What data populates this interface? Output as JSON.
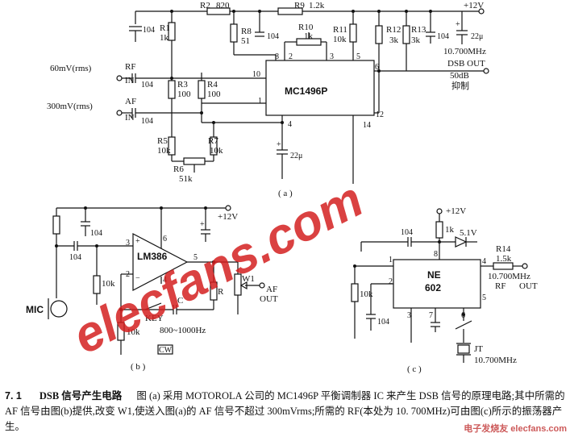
{
  "figure": {
    "a": {
      "vcc": "+12V",
      "chip": "MC1496P",
      "rf_in_level": "60mV(rms)",
      "rf_in_name": "RF",
      "rf_in_in": "IN",
      "af_in_level": "300mV(rms)",
      "af_in_name": "AF",
      "af_in_in": "IN",
      "cap_rf": "104",
      "cap_af": "104",
      "cap_left": "104",
      "cap_mid": "104",
      "cap_right": "104",
      "cap_vcc": "22μ",
      "cap_bottom": "22μ",
      "r1": "R1",
      "r1_val": "1k",
      "r2": "R2",
      "r2_val": "820",
      "r3": "R3",
      "r3_val": "100",
      "r4": "R4",
      "r4_val": "100",
      "r5": "R5",
      "r5_val": "10k",
      "r6": "R6",
      "r6_val": "51k",
      "r7": "R7",
      "r7_val": "10k",
      "r8": "R8",
      "r8_val": "51",
      "r9": "R9",
      "r9_val": "1.2k",
      "r10": "R10",
      "r10_val": "1k",
      "r11": "R11",
      "r11_val": "10k",
      "r12": "R12",
      "r12_val": "3k",
      "r13": "R13",
      "r13_val": "3k",
      "pins": [
        "8",
        "2",
        "3",
        "5",
        "10",
        "1",
        "4",
        "6",
        "12",
        "14"
      ],
      "out_freq": "10.700MHz",
      "out_label": "DSB OUT",
      "out_supp": "50dB",
      "out_supp2": "抑制",
      "label": "( a )"
    },
    "b": {
      "vcc": "+12V",
      "chip": "LM386",
      "cap1": "104",
      "cap2": "104",
      "r_left": "10k",
      "r_bottom": "10k",
      "c_label": "C",
      "r_label": "R",
      "pot": "W1",
      "out_af": "AF",
      "out_out": "OUT",
      "key": "KEY",
      "freq": "800~1000Hz",
      "mic": "MIC",
      "pins": [
        "3",
        "2",
        "6",
        "4",
        "5"
      ],
      "cw": "CW",
      "label": "( b )"
    },
    "c": {
      "vcc": "+12V",
      "chip_line1": "NE",
      "chip_line2": "602",
      "cap_top": "104",
      "cap_left": "104",
      "r_top": "1k",
      "r_left": "10k",
      "v51": "5.1V",
      "r14": "R14",
      "r14_val": "1.5k",
      "out_freq": "10.700MHz",
      "out_rf": "RF",
      "out_out": "OUT",
      "crystal": "JT",
      "crystal_freq": "10.700MHz",
      "pins": [
        "1",
        "8",
        "4",
        "2",
        "3",
        "7",
        "6",
        "5"
      ],
      "label": "( c )"
    }
  },
  "caption": {
    "number": "7. 1",
    "heading": "DSB 信号产生电路",
    "text": "图 (a) 采用 MOTOROLA 公司的 MC1496P 平衡调制器 IC 来产生 DSB 信号的原理电路;其中所需的 AF 信号由图(b)提供,改变 W1,使送入图(a)的 AF 信号不超过 300mVrms;所需的 RF(本处为 10. 700MHz)可由图(c)所示的振荡器产生。"
  },
  "watermark": "elecfans.com",
  "corner_mark": "电子发烧友 elecfans.com"
}
